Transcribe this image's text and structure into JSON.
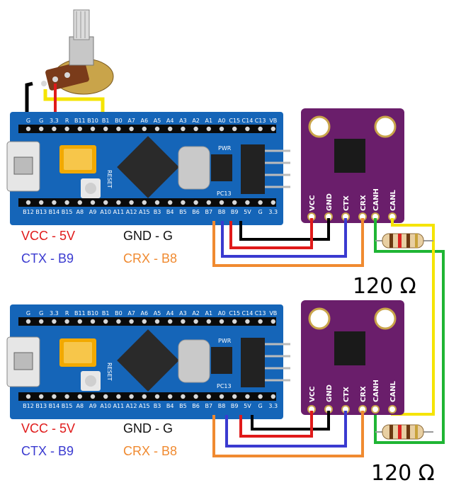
{
  "colors": {
    "board_blue": "#1565b8",
    "module_purple": "#6a1e6b",
    "wire_red": "#e01a1a",
    "wire_black": "#000000",
    "wire_blue": "#3a3ad0",
    "wire_orange": "#f08a30",
    "wire_yellow": "#f5e400",
    "wire_green": "#1fb534"
  },
  "board_top_pins": [
    "G",
    "G",
    "3.3",
    "R",
    "B11",
    "B10",
    "B1",
    "B0",
    "A7",
    "A6",
    "A5",
    "A4",
    "A3",
    "A2",
    "A1",
    "A0",
    "C15",
    "C14",
    "C13",
    "VB"
  ],
  "board_bottom_pins": [
    "B12",
    "B13",
    "B14",
    "B15",
    "A8",
    "A9",
    "A10",
    "A11",
    "A12",
    "A15",
    "B3",
    "B4",
    "B5",
    "B6",
    "B7",
    "B8",
    "B9",
    "5V",
    "G",
    "3.3"
  ],
  "board_labels": {
    "reset": "RESET",
    "pwr": "PWR",
    "pc13": "PC13"
  },
  "module_pins": [
    "VCC",
    "GND",
    "CTX",
    "CRX",
    "CANH",
    "CANL"
  ],
  "top_unit": {
    "vcc_label": "VCC - 5V",
    "gnd_label": "GND - G",
    "ctx_label": "CTX - B9",
    "crx_label": "CRX - B8",
    "resistor_label": "120 Ω"
  },
  "bottom_unit": {
    "vcc_label": "VCC - 5V",
    "gnd_label": "GND - G",
    "ctx_label": "CTX - B9",
    "crx_label": "CRX - B8",
    "resistor_label": "120 Ω"
  }
}
